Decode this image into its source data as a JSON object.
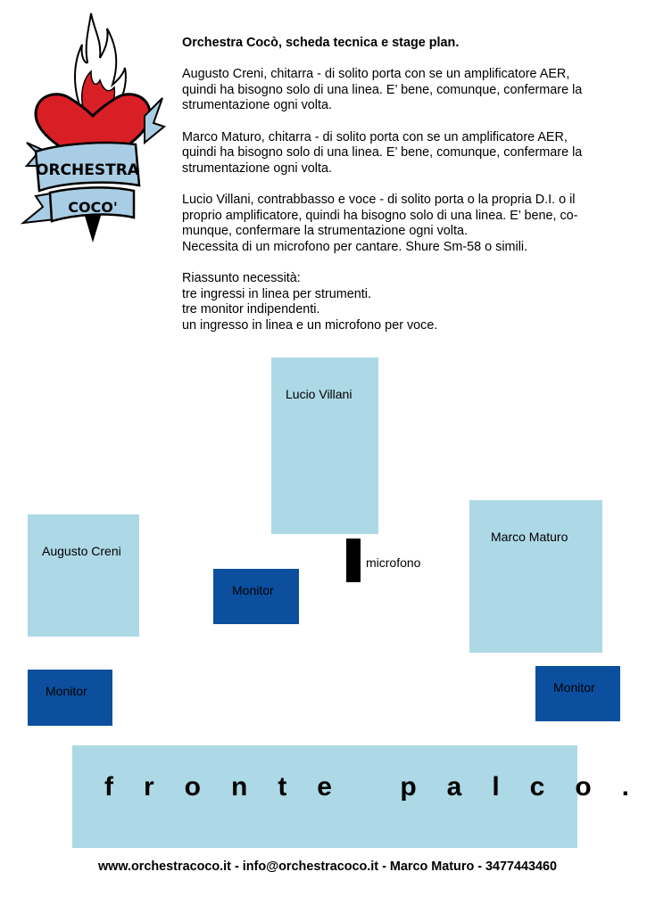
{
  "logo": {
    "icon": "sacred-heart-icon",
    "banner_line1": "ORCHESTRA",
    "banner_line2": "COCO'",
    "colors": {
      "heart": "#d91f26",
      "banner": "#a9cde4"
    }
  },
  "header": {
    "title": "Orchestra Cocò, scheda tecnica e stage plan."
  },
  "paragraphs": [
    {
      "lines": [
        "Augusto Creni, chitarra - di solito porta con se un amplificatore AER,",
        "quindi ha bisogno solo di una linea. E’ bene, comunque, confermare la",
        "strumentazione ogni volta."
      ]
    },
    {
      "lines": [
        "Marco Maturo, chitarra - di solito porta con se un amplificatore AER,",
        "quindi ha bisogno solo di una linea. E’ bene, comunque, confermare la",
        "strumentazione ogni volta."
      ]
    },
    {
      "lines": [
        "Lucio Villani, contrabbasso e voce - di solito porta o la propria D.I. o il",
        "proprio amplificatore, quindi ha bisogno solo di una linea. E’ bene, co-",
        "munque, confermare la strumentazione ogni volta.",
        "Necessita di un microfono per cantare. Shure Sm-58 o simili."
      ]
    },
    {
      "lines": [
        "Riassunto necessità:",
        "tre ingressi in linea per strumenti.",
        "tre monitor indipendenti.",
        "un ingresso in linea e un microfono per voce."
      ]
    }
  ],
  "stage": {
    "lucio": "Lucio Villani",
    "augusto": "Augusto Creni",
    "marco": "Marco Maturo",
    "monitor_center": "Monitor",
    "monitor_left": "Monitor",
    "monitor_right": "Monitor",
    "microphone": "microfono",
    "front": "fronte palco.",
    "colors": {
      "performer": "#add8e6",
      "monitor": "#0b4f9e",
      "microphone": "#000000"
    }
  },
  "footer": "www.orchestracoco.it - info@orchestracoco.it - Marco Maturo - 3477443460"
}
